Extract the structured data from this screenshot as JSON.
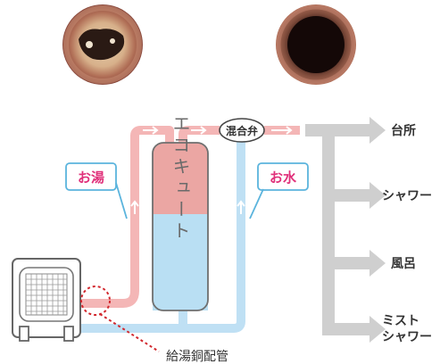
{
  "labels": {
    "hot_water": "お湯",
    "cold_water": "お水",
    "mixing_valve": "混合弁",
    "tank": "エコキュート",
    "outlets": [
      "台所",
      "シャワー",
      "風呂",
      "ミスト",
      "シャワー"
    ],
    "pipe_caption": "給湯銅配管"
  },
  "colors": {
    "hot_pipe": "#f4b6b6",
    "cold_pipe": "#bfe0f4",
    "tank_top": "#eba6a3",
    "tank_bottom": "#b9dff3",
    "outlet_pipe": "#cfcfcf",
    "accent_pink": "#e0307a",
    "dash_red": "#d2282e"
  },
  "photos": [
    {
      "name": "corroded-pipe-photo",
      "state": "corroded"
    },
    {
      "name": "dark-pipe-photo",
      "state": "interior dark"
    }
  ]
}
